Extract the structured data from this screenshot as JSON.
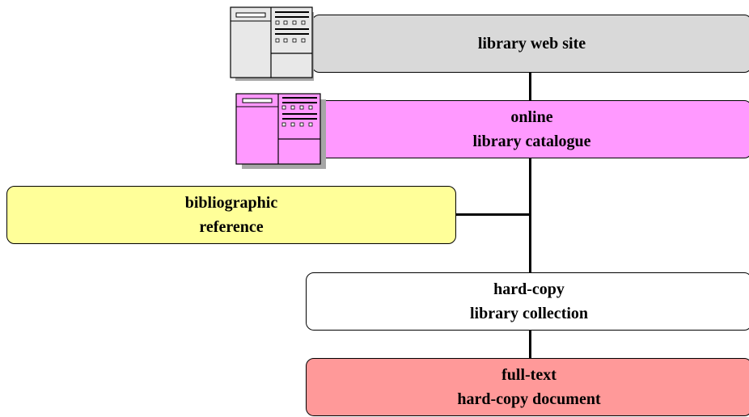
{
  "diagram": {
    "nodes": [
      {
        "id": "library-web-site",
        "lines": [
          "library web site"
        ],
        "color": "#d9d9d9"
      },
      {
        "id": "online-catalogue",
        "lines": [
          "online",
          "library catalogue"
        ],
        "color": "#ff99ff"
      },
      {
        "id": "bibliographic-reference",
        "lines": [
          "bibliographic",
          "reference"
        ],
        "color": "#ffff99"
      },
      {
        "id": "hard-copy-collection",
        "lines": [
          "hard-copy",
          "library collection"
        ],
        "color": "#ffffff"
      },
      {
        "id": "full-text-document",
        "lines": [
          "full-text",
          "hard-copy document"
        ],
        "color": "#ff9999"
      }
    ],
    "edges": [
      {
        "from": "library-web-site",
        "to": "online-catalogue"
      },
      {
        "from": "online-catalogue",
        "to": "bibliographic-reference"
      },
      {
        "from": "online-catalogue",
        "to": "hard-copy-collection"
      },
      {
        "from": "hard-copy-collection",
        "to": "full-text-document"
      }
    ],
    "icons": [
      {
        "name": "web-page-icon",
        "color": "#e8e8e8"
      },
      {
        "name": "catalogue-page-icon",
        "color": "#ff99ff"
      }
    ]
  }
}
